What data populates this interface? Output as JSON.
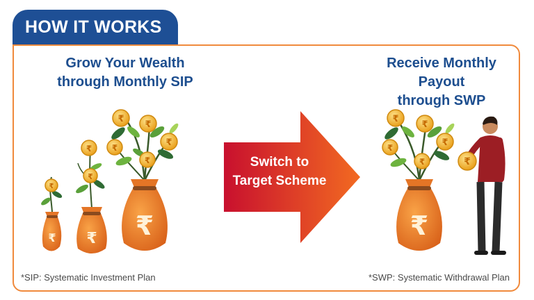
{
  "header": {
    "title": "HOW IT WORKS"
  },
  "left": {
    "heading_line1": "Grow Your Wealth",
    "heading_line2": "through Monthly SIP",
    "footnote": "*SIP: Systematic Investment Plan",
    "bag_symbol": "₹"
  },
  "arrow": {
    "line1": "Switch to",
    "line2": "Target Scheme"
  },
  "right": {
    "heading_line1": "Receive Monthly Payout",
    "heading_line2": "through SWP",
    "footnote": "*SWP: Systematic Withdrawal Plan",
    "bag_symbol": "₹"
  },
  "colors": {
    "header_blue": "#1e4f95",
    "frame_orange": "#f08a3c",
    "heading_blue": "#1d4e8f",
    "bag_orange": "#ef7a1e",
    "coin_gold": "#f4b322",
    "leaf_green": "#6db33f",
    "arrow_red": "#c8102e",
    "arrow_orange": "#f26a21"
  }
}
